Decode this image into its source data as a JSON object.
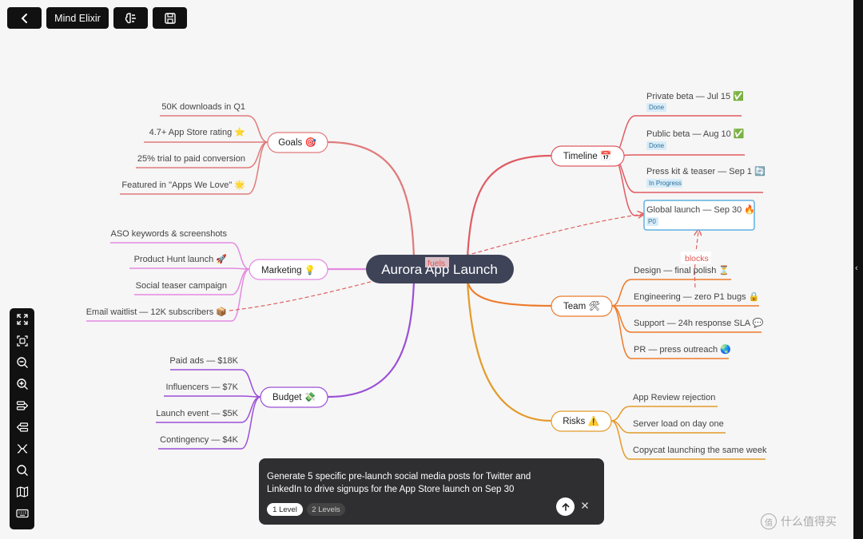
{
  "toolbar": {
    "back_icon": "chevron-left-icon",
    "app_label": "Mind Elixir",
    "brain_icon": "brain-icon",
    "save_icon": "floppy-disk-icon"
  },
  "root": {
    "label": "Aurora App Launch"
  },
  "relation_labels": {
    "fuels": "fuels",
    "blocks": "blocks"
  },
  "branches": {
    "goals": {
      "label": "Goals 🎯",
      "color": "#e07a7a",
      "items": [
        "50K downloads in Q1",
        "4.7+ App Store rating ⭐",
        "25% trial to paid conversion",
        "Featured in \"Apps We Love\" 🌟"
      ]
    },
    "marketing": {
      "label": "Marketing 💡",
      "color": "#e38ae0",
      "items": [
        "ASO keywords & screenshots",
        "Product Hunt launch 🚀",
        "Social teaser campaign",
        "Email waitlist — 12K subscribers 📦"
      ]
    },
    "budget": {
      "label": "Budget 💸",
      "color": "#9b4fd6",
      "items": [
        "Paid ads — $18K",
        "Influencers — $7K",
        "Launch event — $5K",
        "Contingency — $4K"
      ]
    },
    "timeline": {
      "label": "Timeline 📅",
      "color": "#e05a62",
      "items": [
        {
          "label": "Private beta — Jul 15 ✅",
          "tag": "Done"
        },
        {
          "label": "Public beta — Aug 10 ✅",
          "tag": "Done"
        },
        {
          "label": "Press kit & teaser — Sep 1 🔄",
          "tag": "In Progress"
        },
        {
          "label": "Global launch — Sep 30 🔥",
          "tag": "P0"
        }
      ]
    },
    "team": {
      "label": "Team 🛠",
      "color": "#ee7a2a",
      "items": [
        "Design — final polish ⏳",
        "Engineering — zero P1 bugs 🔒",
        "Support — 24h response SLA 💬",
        "PR — press outreach 🌏"
      ]
    },
    "risks": {
      "label": "Risks ⚠️",
      "color": "#e49a2a",
      "items": [
        "App Review rejection",
        "Server load on day one",
        "Copycat launching the same week"
      ]
    }
  },
  "left_tools": [
    "fullscreen-icon",
    "focus-center-icon",
    "zoom-out-icon",
    "zoom-in-icon",
    "layout-right-icon",
    "layout-left-icon",
    "layout-both-icon",
    "search-icon",
    "map-icon",
    "keyboard-icon"
  ],
  "prompt": {
    "text": "Generate 5 specific pre-launch social media posts for Twitter and LinkedIn to drive signups for the App Store launch on Sep 30",
    "level1": "1 Level",
    "level2": "2 Levels",
    "send_icon": "arrow-up-icon",
    "close_icon": "close-icon"
  },
  "watermark": {
    "glyph": "值",
    "text": "什么值得买"
  }
}
